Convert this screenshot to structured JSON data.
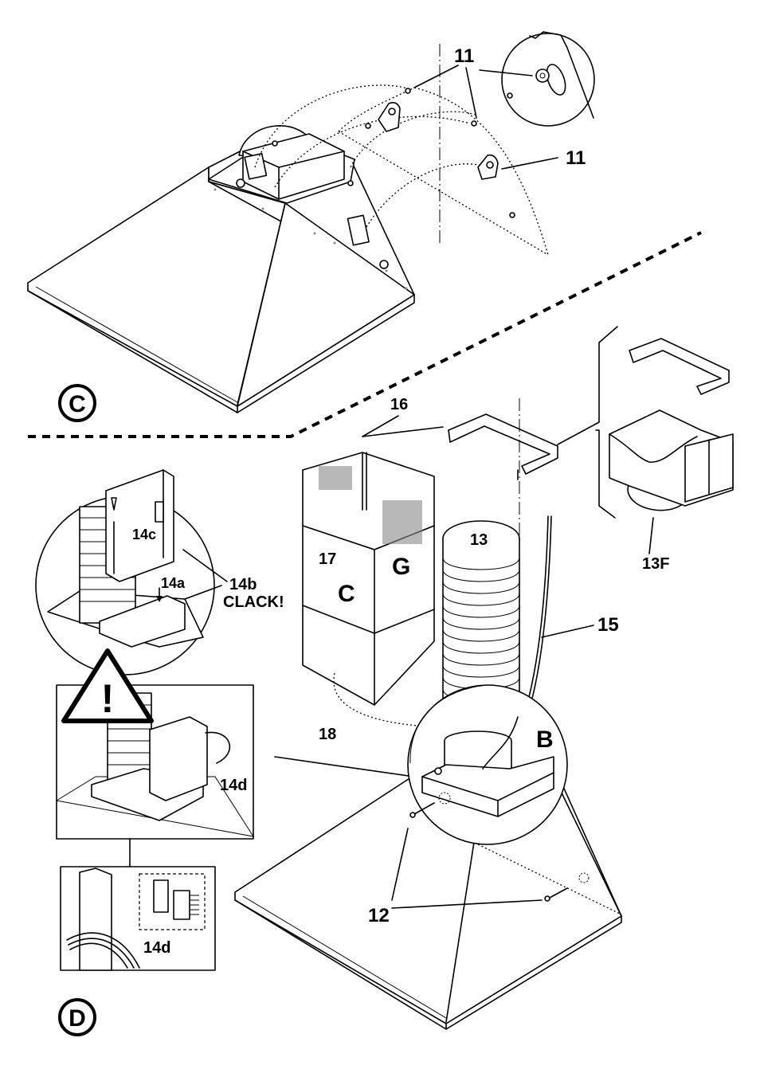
{
  "sections": {
    "c": {
      "marker": "C",
      "labels": {
        "screw_and_bracket_top": "11",
        "bracket_right": "11"
      }
    },
    "d": {
      "marker": "D",
      "labels": {
        "clip": "14c",
        "push_point": "14a",
        "housing": "14b",
        "clack": "CLACK!",
        "upper_bracket": "16",
        "upper_chimney": "17",
        "chimney_mark_c": "C",
        "chimney_mark_g": "G",
        "lower_chimney": "18",
        "flexible_duct": "13",
        "cable": "15",
        "duct_adapter": "13F",
        "detail_b": "B",
        "fixing_screws": "12",
        "connector": "14d",
        "connector_detail": "14d"
      },
      "warning_symbol": "!"
    }
  }
}
